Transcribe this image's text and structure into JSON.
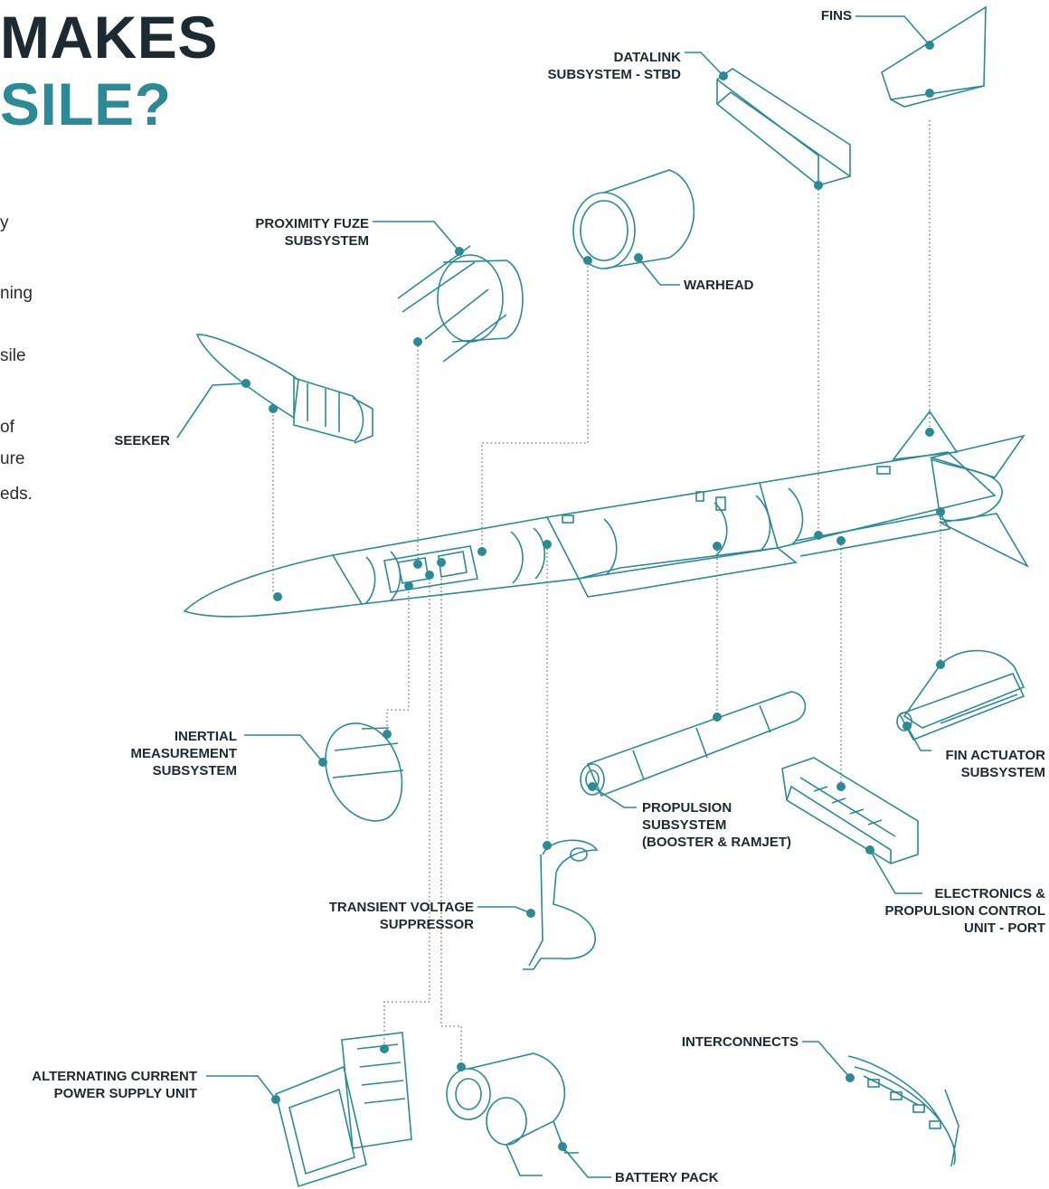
{
  "title": {
    "line1": "MAKES",
    "line2": "SILE?"
  },
  "intro_fragments": [
    "y",
    "ning",
    "sile",
    "of",
    "ure",
    "eds."
  ],
  "labels": {
    "fins": "FINS",
    "datalink": "DATALINK\nSUBSYSTEM - STBD",
    "proximity_fuze": "PROXIMITY FUZE\nSUBSYSTEM",
    "warhead": "WARHEAD",
    "seeker": "SEEKER",
    "inertial": "INERTIAL\nMEASUREMENT\nSUBSYSTEM",
    "fin_actuator": "FIN ACTUATOR\nSUBSYSTEM",
    "propulsion": "PROPULSION\nSUBSYSTEM\n(BOOSTER & RAMJET)",
    "electronics": "ELECTRONICS &\nPROPULSION CONTROL\nUNIT - PORT",
    "transient": "TRANSIENT VOLTAGE\nSUPPRESSOR",
    "interconnects": "INTERCONNECTS",
    "ac_power": "ALTERNATING CURRENT\nPOWER SUPPLY UNIT",
    "battery": "BATTERY PACK"
  },
  "colors": {
    "accent": "#2a8a95",
    "dark": "#1e2a32",
    "dotted": "#8a8a8a"
  }
}
